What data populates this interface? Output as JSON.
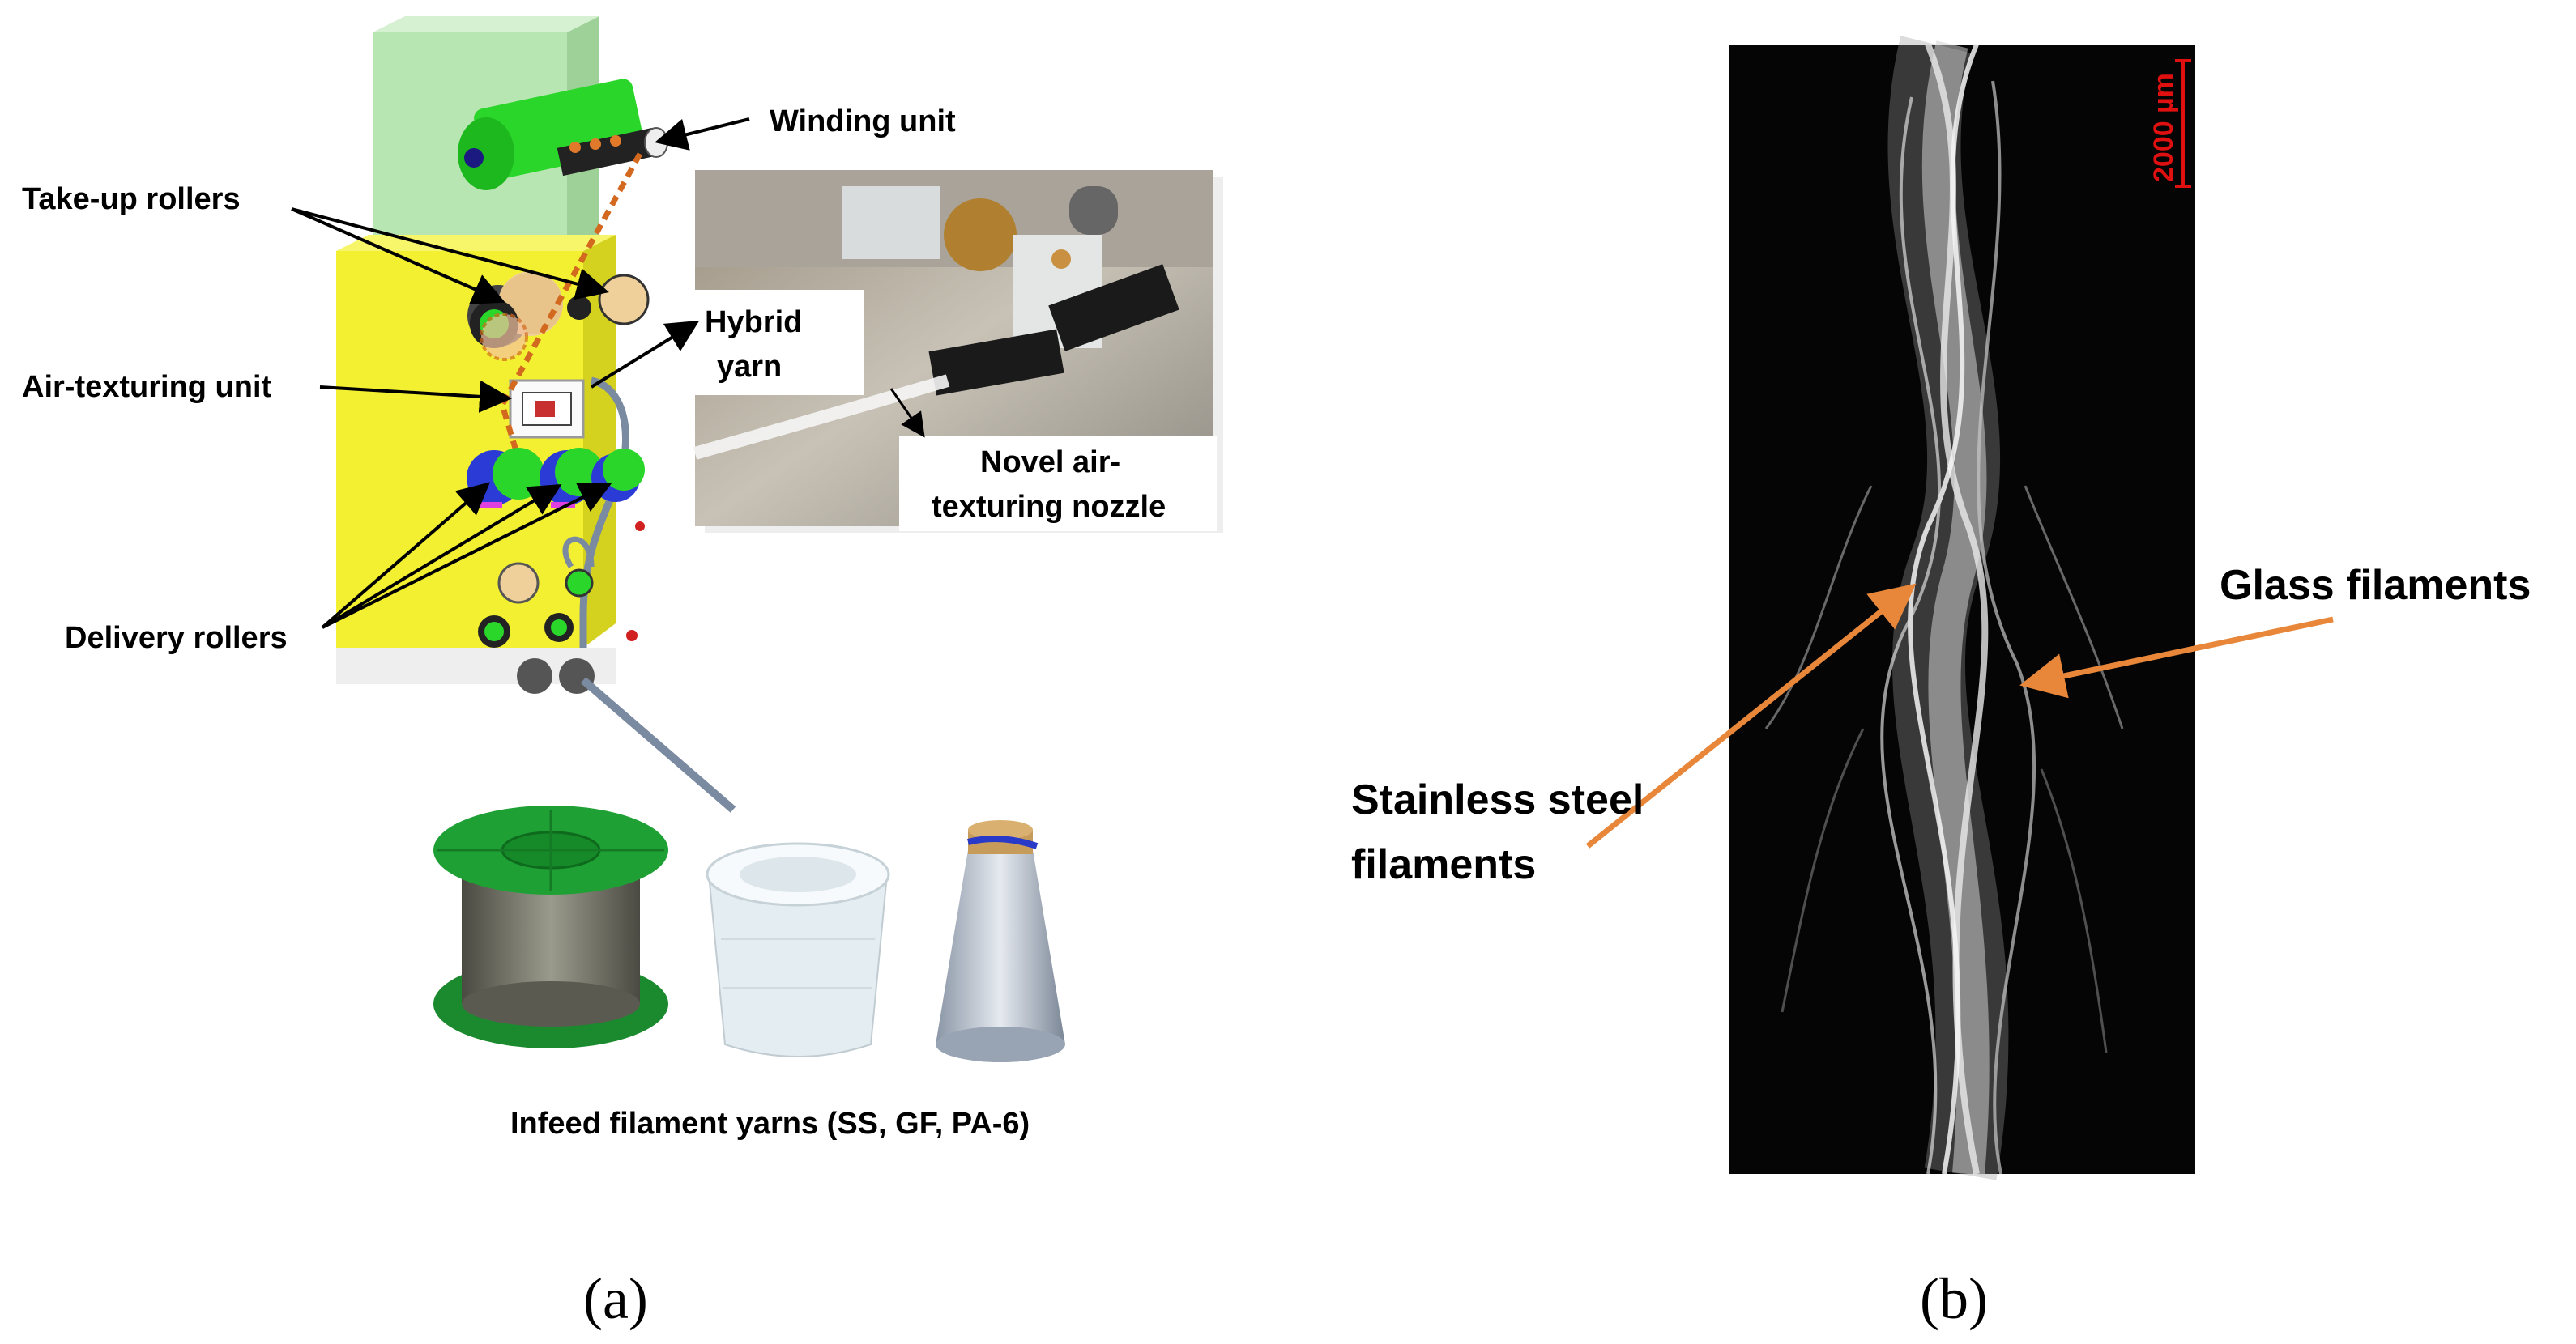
{
  "panel_a": {
    "labels": {
      "winding_unit": "Winding unit",
      "take_up_rollers": "Take-up rollers",
      "air_texturing_unit": "Air-texturing unit",
      "delivery_rollers": "Delivery rollers",
      "hybrid_yarn_line1": "Hybrid",
      "hybrid_yarn_line2": "yarn",
      "nozzle_line1": "Novel air-",
      "nozzle_line2": "texturing nozzle",
      "infeed": "Infeed filament yarns (SS, GF, PA-6)"
    },
    "caption": "(a)"
  },
  "panel_b": {
    "scale_bar": "2000 µm",
    "glass_label": "Glass filaments",
    "ss_line1": "Stainless steel",
    "ss_line2": "filaments",
    "caption": "(b)"
  },
  "colors": {
    "machine_yellow": "#f2f030",
    "winding_green": "#b8e6b2",
    "roller_green": "#2bd62b",
    "roller_blue": "#2b3bd6",
    "yarn_path_orange": "#d2691e",
    "arrow_orange": "#e8873a",
    "micrograph_bg": "#050505",
    "scale_red": "#e01010"
  }
}
